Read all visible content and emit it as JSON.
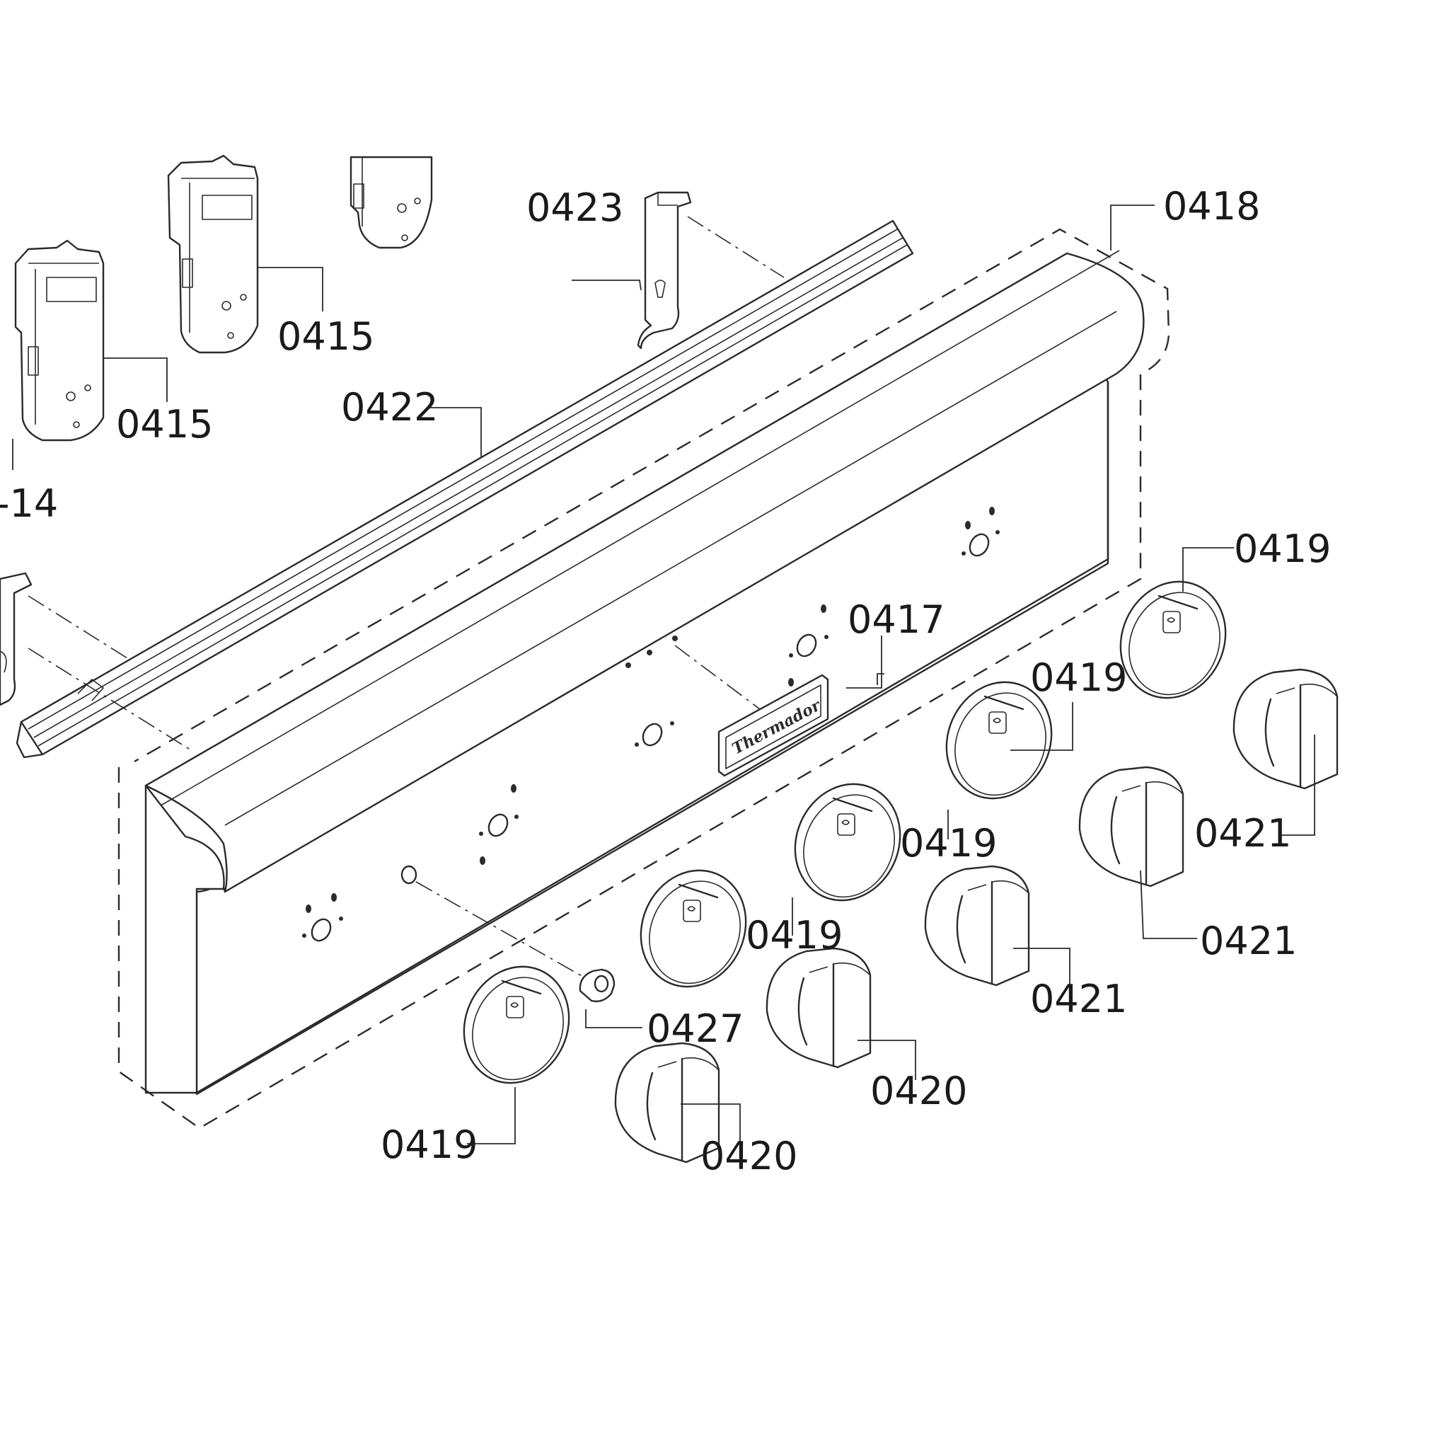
{
  "diagram": {
    "callouts": [
      {
        "id": "c-0423",
        "label": "0423"
      },
      {
        "id": "c-0418",
        "label": "0418"
      },
      {
        "id": "c-0415a",
        "label": "0415"
      },
      {
        "id": "c-0415b",
        "label": "0415"
      },
      {
        "id": "c-0422",
        "label": "0422"
      },
      {
        "id": "c-0414",
        "label": "-14"
      },
      {
        "id": "c-0419a",
        "label": "0419"
      },
      {
        "id": "c-0419b",
        "label": "0419"
      },
      {
        "id": "c-0417",
        "label": "0417"
      },
      {
        "id": "c-0419c",
        "label": "0419"
      },
      {
        "id": "c-0421a",
        "label": "0421"
      },
      {
        "id": "c-0419d",
        "label": "0419"
      },
      {
        "id": "c-0421b",
        "label": "0421"
      },
      {
        "id": "c-0427",
        "label": "0427"
      },
      {
        "id": "c-0421c",
        "label": "0421"
      },
      {
        "id": "c-0420a",
        "label": "0420"
      },
      {
        "id": "c-0419e",
        "label": "0419"
      },
      {
        "id": "c-0420b",
        "label": "0420"
      }
    ],
    "logo_text": "Thermador"
  }
}
